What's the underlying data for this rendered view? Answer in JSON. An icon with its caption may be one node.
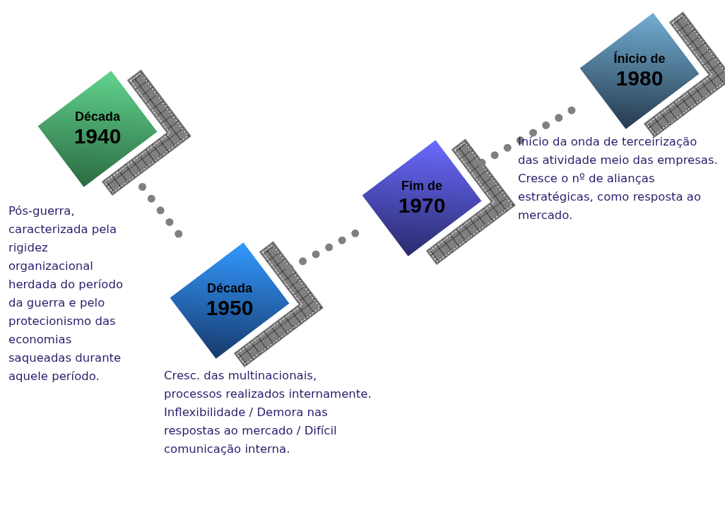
{
  "diagram": {
    "nodes": [
      {
        "text": [
          "Década",
          "1940"
        ],
        "beside": [
          "Pós-guerra, caracterizada pela rigidez organizacional herdada do período da guerra e pelo protecionismo das economias saqueadas durante aquele período."
        ]
      },
      {
        "text": [
          "Década",
          "1950"
        ],
        "beside": [
          "Cresc. das multinacionais, processos realizados internamente.",
          "Inflexibilidade / Demora nas respostas ao mercado / Difícil comunicação interna."
        ]
      },
      {
        "text": [
          "Fim de",
          "1970"
        ]
      },
      {
        "text": [
          "Ínicio de",
          "1980"
        ],
        "beside": [
          "Início da onda de terceirização das atividade meio das empresas.",
          "Cresce o nº de alianças estratégicas, como resposta ao mercado."
        ]
      }
    ],
    "edges": [
      {
        "from": 0,
        "to": 1,
        "arrow": "none",
        "style": "dashed"
      },
      {
        "from": 1,
        "to": 2,
        "arrow": "none",
        "style": "dashed"
      },
      {
        "from": 2,
        "to": 3,
        "arrow": "none",
        "style": "dashed"
      }
    ]
  }
}
